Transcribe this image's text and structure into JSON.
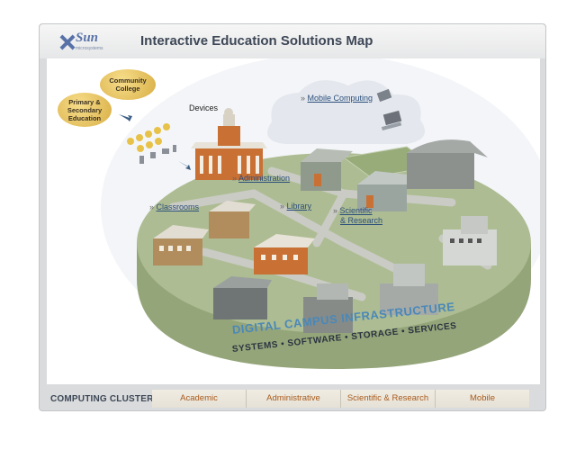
{
  "header": {
    "logo_text": "Sun",
    "logo_sub": "microsystems",
    "title": "Interactive Education Solutions Map"
  },
  "map": {
    "bubbles": {
      "community": "Community College",
      "primary": "Primary & Secondary Education"
    },
    "devices_label": "Devices",
    "links": [
      {
        "id": "mobile",
        "label": "Mobile Computing"
      },
      {
        "id": "administration",
        "label": "Administration"
      },
      {
        "id": "classrooms",
        "label": "Classrooms"
      },
      {
        "id": "library",
        "label": "Library"
      },
      {
        "id": "scientific",
        "label": "Scientific"
      },
      {
        "id": "research",
        "label": "& Research"
      }
    ],
    "link_prefix": "»",
    "infrastructure_title": "DIGITAL CAMPUS INFRASTRUCTURE",
    "infrastructure_sub": "SYSTEMS  •  SOFTWARE  •  STORAGE  •  SERVICES"
  },
  "footer": {
    "section_title": "COMPUTING CLUSTERS",
    "tabs": [
      "Academic",
      "Administrative",
      "Scientific & Research",
      "Mobile"
    ]
  },
  "colors": {
    "accent": "#a85a1c",
    "link": "#2c4f7c",
    "campus_green": "#a6b68a",
    "infra_blue": "#4a88b8"
  }
}
